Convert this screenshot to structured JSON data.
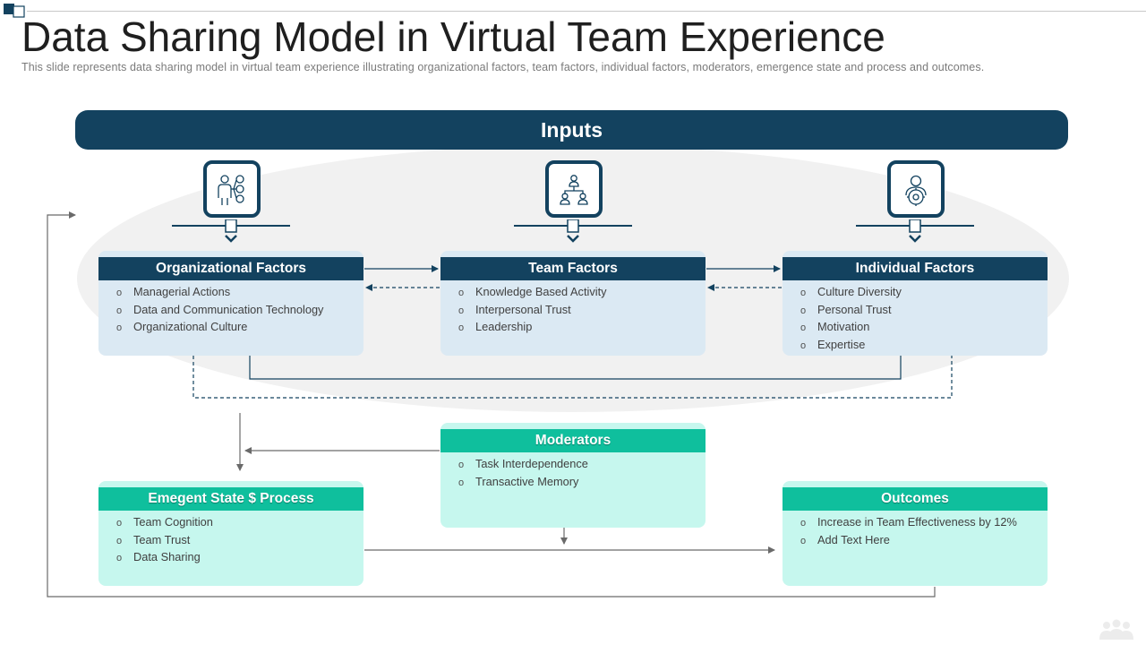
{
  "header": {
    "title": "Data Sharing Model in Virtual Team Experience",
    "subtitle": "This slide represents data sharing model in virtual  team experience illustrating organizational factors, team factors, individual  factors,  moderators, emergence state  and process and outcomes."
  },
  "inputs": {
    "label": "Inputs"
  },
  "bullet_glyph": "o",
  "colors": {
    "navy": "#13425f",
    "teal": "#0fbf9d",
    "blue_card": "#dbe9f3",
    "teal_card": "#c6f7ee",
    "ellipse": "#f1f1f1"
  },
  "icons": [
    "person-network-icon",
    "org-chart-icon",
    "user-gear-icon"
  ],
  "cards": {
    "organizational": {
      "title": "Organizational Factors",
      "items": [
        "Managerial Actions",
        "Data and Communication Technology",
        "Organizational Culture"
      ]
    },
    "team": {
      "title": "Team Factors",
      "items": [
        "Knowledge Based Activity",
        "Interpersonal Trust",
        "Leadership"
      ]
    },
    "individual": {
      "title": "Individual Factors",
      "items": [
        "Culture Diversity",
        "Personal Trust",
        "Motivation",
        "Expertise"
      ]
    },
    "moderators": {
      "title": "Moderators",
      "items": [
        "Task Interdependence",
        "Transactive Memory"
      ]
    },
    "emergent": {
      "title": "Emegent State $ Process",
      "items": [
        "Team Cognition",
        "Team Trust",
        "Data Sharing"
      ]
    },
    "outcomes": {
      "title": "Outcomes",
      "items": [
        "Increase in Team Effectiveness  by 12%",
        "Add Text Here"
      ]
    }
  }
}
